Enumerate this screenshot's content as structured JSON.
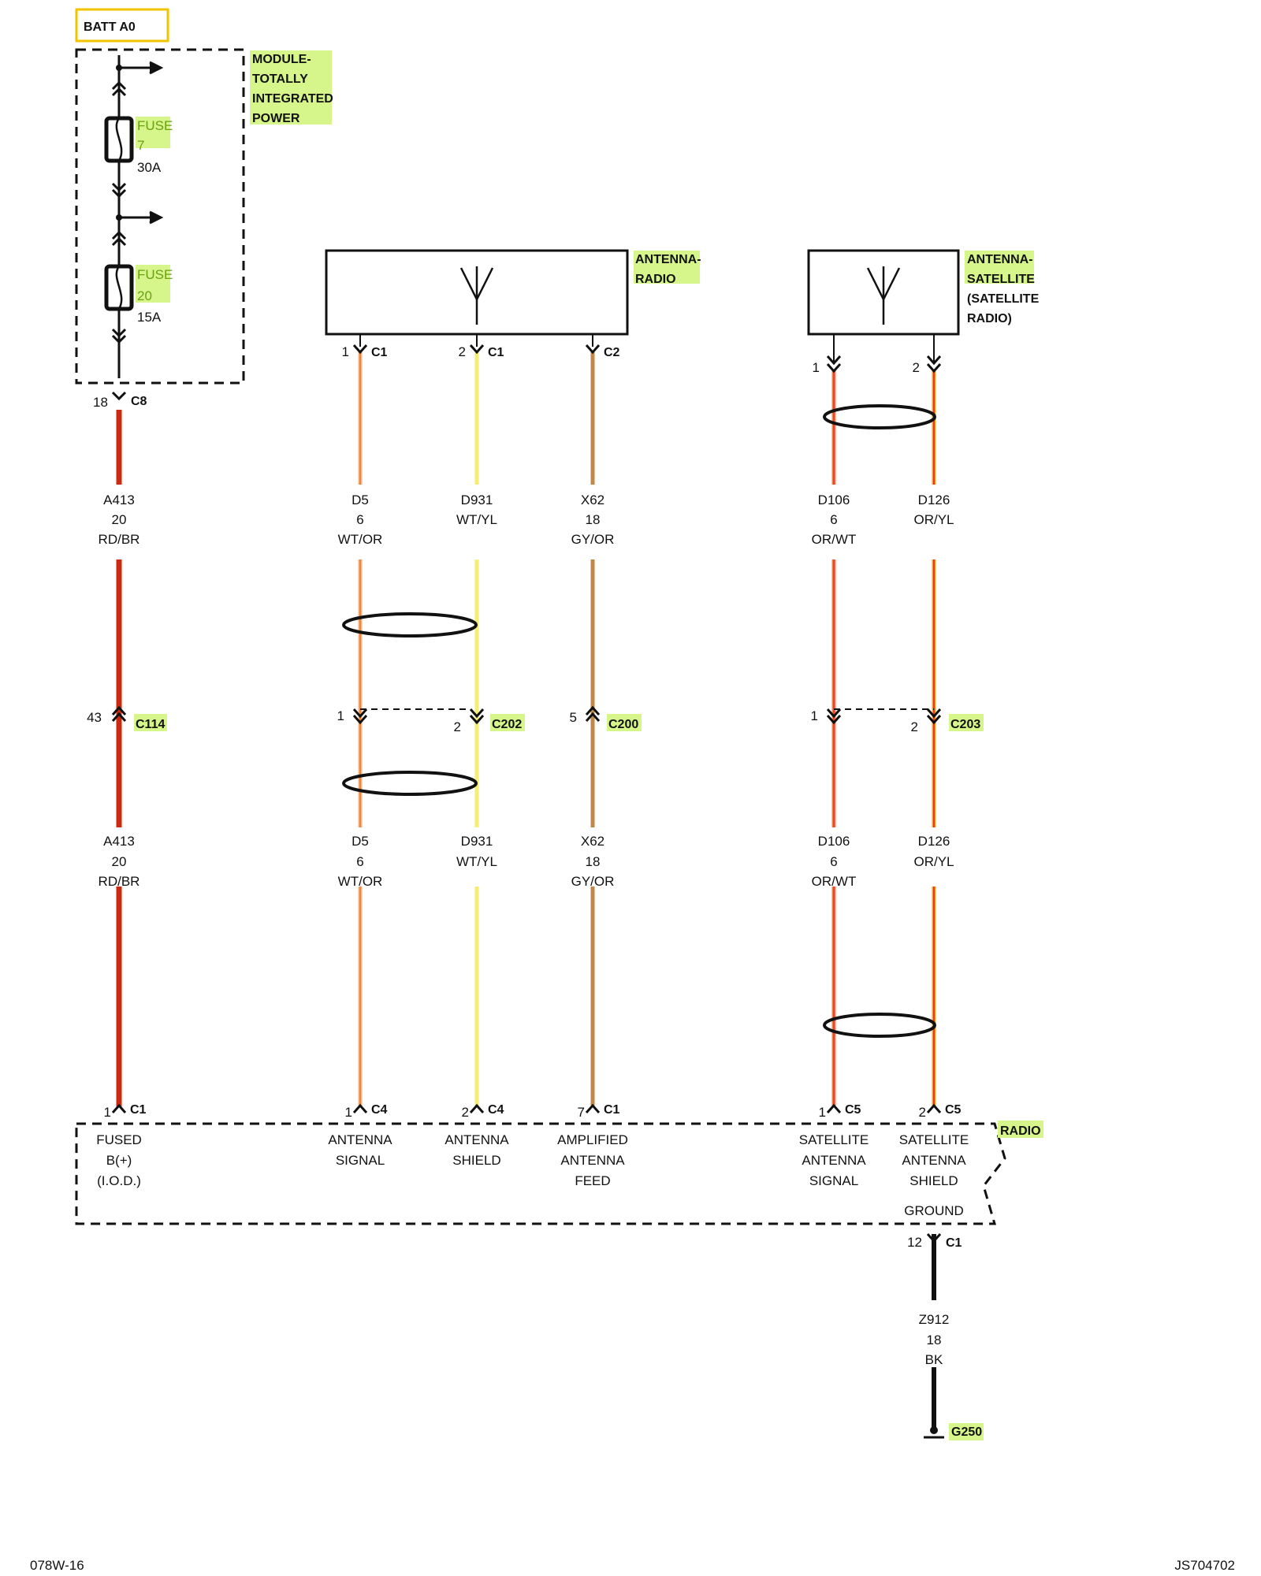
{
  "batt_label": "BATT A0",
  "tipm": {
    "label": [
      "MODULE-",
      "TOTALLY",
      "INTEGRATED",
      "POWER"
    ],
    "fuse_a": {
      "name": "FUSE",
      "num": "7",
      "amps": "30A"
    },
    "fuse_b": {
      "name": "FUSE",
      "num": "20",
      "amps": "15A"
    },
    "out_pin": "18",
    "out_conn": "C8"
  },
  "antenna_radio": {
    "label": [
      "ANTENNA-",
      "RADIO"
    ],
    "pins": [
      {
        "pin": "1",
        "conn": "C1"
      },
      {
        "pin": "2",
        "conn": "C1"
      },
      {
        "pin": "",
        "conn": "C2"
      }
    ]
  },
  "antenna_sat": {
    "label": [
      "ANTENNA-",
      "SATELLITE",
      "(SATELLITE",
      "RADIO)"
    ],
    "pins": [
      {
        "pin": "1",
        "conn": ""
      },
      {
        "pin": "2",
        "conn": ""
      }
    ]
  },
  "wires": [
    {
      "circuit": "A413",
      "gauge": "20",
      "color": "RD/BR",
      "stroke": "#cc2a10",
      "stripe": "#cc2a10"
    },
    {
      "circuit": "D5",
      "gauge": "6",
      "color": "WT/OR",
      "stroke": "#f2b585",
      "stripe": "#f0843a"
    },
    {
      "circuit": "D931",
      "gauge": "",
      "color": "WT/YL",
      "stroke": "#f6ee72",
      "stripe": "#f6ee72"
    },
    {
      "circuit": "X62",
      "gauge": "18",
      "color": "GY/OR",
      "stroke": "#c0894a",
      "stripe": "#c0894a"
    },
    {
      "circuit": "D106",
      "gauge": "6",
      "color": "OR/WT",
      "stroke": "#f08050",
      "stripe": "#e8452a"
    },
    {
      "circuit": "D126",
      "gauge": "",
      "color": "OR/YL",
      "stroke": "#f2a020",
      "stripe": "#e83a20"
    }
  ],
  "inline_connectors": [
    {
      "pin": "43",
      "conn": "C114"
    },
    {
      "pin1": "1",
      "pin2": "2",
      "conn": "C202"
    },
    {
      "pin": "5",
      "conn": "C200"
    },
    {
      "pin1": "1",
      "pin2": "2",
      "conn": "C203"
    }
  ],
  "radio": {
    "label": "RADIO",
    "pins": [
      {
        "pin": "1",
        "conn": "C1",
        "func": [
          "FUSED",
          "B(+)",
          "(I.O.D.)"
        ]
      },
      {
        "pin": "1",
        "conn": "C4",
        "func": [
          "ANTENNA",
          "SIGNAL"
        ]
      },
      {
        "pin": "2",
        "conn": "C4",
        "func": [
          "ANTENNA",
          "SHIELD"
        ]
      },
      {
        "pin": "7",
        "conn": "C1",
        "func": [
          "AMPLIFIED",
          "ANTENNA",
          "FEED"
        ]
      },
      {
        "pin": "1",
        "conn": "C5",
        "func": [
          "SATELLITE",
          "ANTENNA",
          "SIGNAL"
        ]
      },
      {
        "pin": "2",
        "conn": "C5",
        "func": [
          "SATELLITE",
          "ANTENNA",
          "SHIELD"
        ]
      }
    ],
    "ground_label": "GROUND",
    "ground_pin": "12",
    "ground_conn": "C1"
  },
  "ground_wire": {
    "circuit": "Z912",
    "gauge": "18",
    "color": "BK"
  },
  "ground_point": "G250",
  "footer_left": "078W-16",
  "footer_right": "JS704702"
}
